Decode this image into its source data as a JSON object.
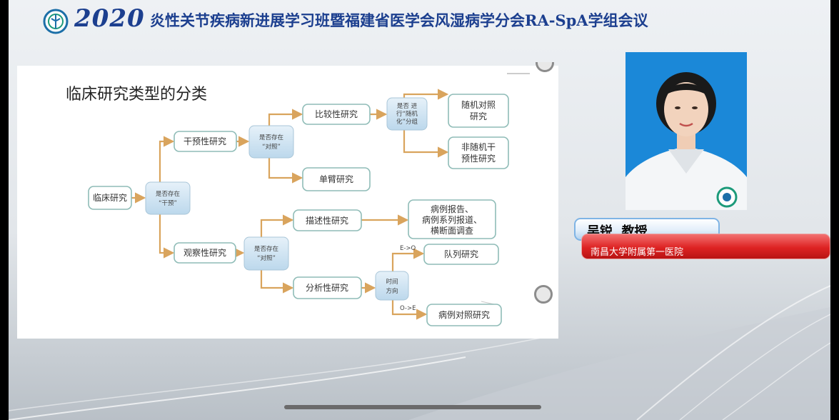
{
  "header": {
    "year": "2020",
    "title": "炎性关节疾病新进展学习班暨福建省医学会风湿病学分会RA-SpA学组会议"
  },
  "slide": {
    "title": "临床研究类型的分类",
    "boxes": {
      "clinical": "临床研究",
      "interventional": "干预性研究",
      "observational": "观察性研究",
      "comparative": "比较性研究",
      "single_arm": "单臂研究",
      "rct_l1": "随机对照",
      "rct_l2": "研究",
      "nonrand_l1": "非随机干",
      "nonrand_l2": "预性研究",
      "descriptive": "描述性研究",
      "case_l1": "病例报告、",
      "case_l2": "病例系列报道、",
      "case_l3": "横断面调查",
      "analytic": "分析性研究",
      "cohort": "队列研究",
      "case_control": "病例对照研究"
    },
    "decisions": {
      "intervention_l1": "是否存在",
      "intervention_l2": "“干预”",
      "control_l1": "是否存在",
      "control_l2": "“对照”",
      "random_l1": "是否 进",
      "random_l2": "行“随机",
      "random_l3": "化”分组",
      "obs_control_l1": "是否存在",
      "obs_control_l2": "“对照”",
      "time_l1": "时间",
      "time_l2": "方向"
    },
    "arrow_labels": {
      "exposure_to_outcome": "E->O",
      "outcome_to_exposure": "O->E"
    }
  },
  "speaker": {
    "name": "吴锐  教授",
    "affiliation": "南昌大学附属第一医院"
  },
  "colors": {
    "header_text": "#1c3f8f",
    "arrow": "#d9a45d",
    "box_border": "#8fbcb7",
    "decision_fill": "#cfe4f2",
    "name_plate": "#b4d3ef",
    "affiliation_plate": "#de2323"
  }
}
